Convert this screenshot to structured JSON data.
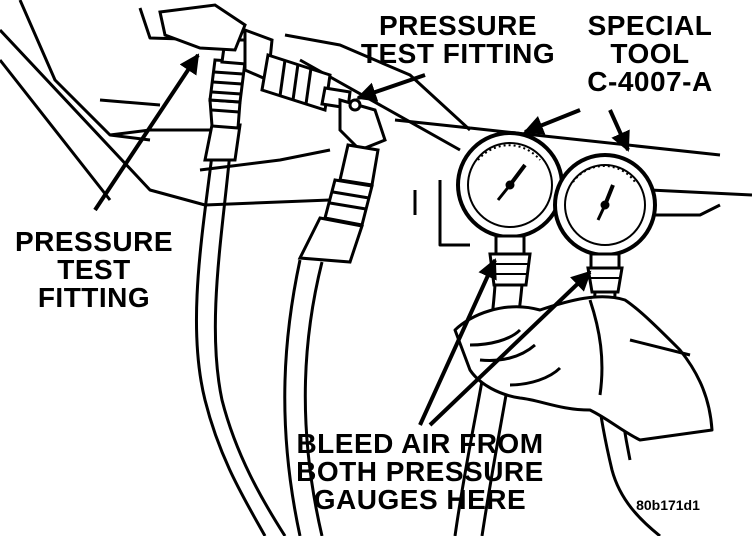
{
  "callouts": {
    "pressure_test_fitting_top": [
      "PRESSURE",
      "TEST FITTING"
    ],
    "special_tool": [
      "SPECIAL",
      "TOOL",
      "C-4007-A"
    ],
    "pressure_test_fitting_left": [
      "PRESSURE",
      "TEST",
      "FITTING"
    ],
    "bleed_air": [
      "BLEED AIR FROM",
      "BOTH PRESSURE",
      "GAUGES HERE"
    ]
  },
  "figure_code": "80b171d1",
  "colors": {
    "ink": "#000000",
    "paper": "#ffffff"
  }
}
